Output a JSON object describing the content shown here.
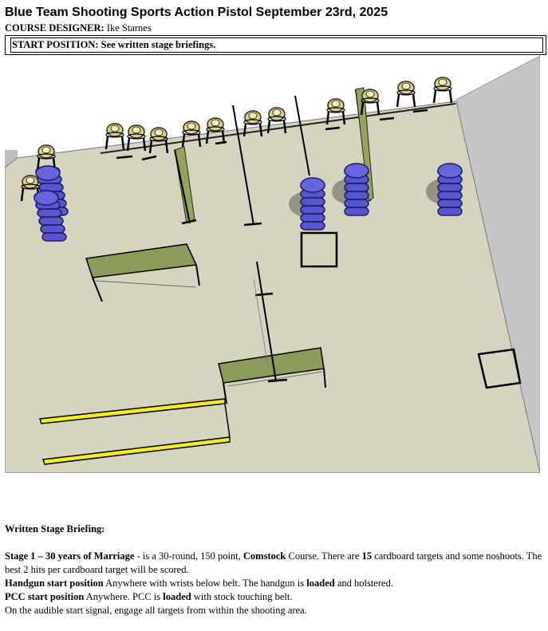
{
  "header": {
    "title": "Blue Team Shooting Sports Action Pistol September 23rd, 2025",
    "designer_label": "COURSE DESIGNER:",
    "designer_name": "Ike Starnes"
  },
  "start_position": {
    "text": "START POSITION: See written stage briefings."
  },
  "briefing": {
    "heading": "Written Stage Briefing:",
    "stage_label": "Stage 1 – 30 years of Marriage",
    "stage_text_1": " - is a 30-round, 150 point, ",
    "course_type": "Comstock",
    "stage_text_2": " Course. There are ",
    "target_count": "15",
    "stage_text_3": " cardboard targets and some noshoots. The best 2 hits per cardboard target will be scored.",
    "handgun_label": "Handgun start position",
    "handgun_text_1": " Anywhere with wrists below belt. The handgun is ",
    "handgun_loaded": "loaded",
    "handgun_text_2": " and holstered.",
    "pcc_label": "PCC start position",
    "pcc_text_1": " Anywhere. PCC is ",
    "pcc_loaded": "loaded",
    "pcc_text_2": " with stock touching belt.",
    "final_line": "On the audible start signal, engage all targets from within the shooting area."
  },
  "colors": {
    "floor": "#d6d4bf",
    "wall": "#c9c9c9",
    "barrel_blue": "#5b5bd6",
    "fault_line_yellow": "#f2ee1f",
    "table_green": "#8c9a5a",
    "target_tan": "#d8c98a"
  }
}
